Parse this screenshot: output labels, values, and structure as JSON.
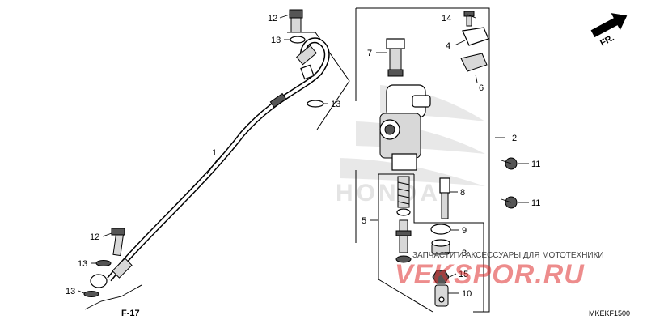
{
  "labels": {
    "fr": "FR.",
    "ref": "F-17",
    "code": "MKEKF1500",
    "watermark_text": "ЗАПЧАСТИ И АКСЕССУАРЫ ДЛЯ МОТОТЕХНИКИ",
    "watermark_logo": "VEKSPOR.RU",
    "honda_wm": "HONDA"
  },
  "callouts": {
    "c1": "1",
    "c2": "2",
    "c3": "3",
    "c4": "4",
    "c5": "5",
    "c6": "6",
    "c7": "7",
    "c8": "8",
    "c9": "9",
    "c10": "10",
    "c11a": "11",
    "c11b": "11",
    "c12a": "12",
    "c12b": "12",
    "c13a": "13",
    "c13b": "13",
    "c13c": "13",
    "c13d": "13",
    "c14": "14",
    "c15": "15"
  },
  "colors": {
    "watermark": "#e03030",
    "honda_wm": "#d0d0d0"
  }
}
